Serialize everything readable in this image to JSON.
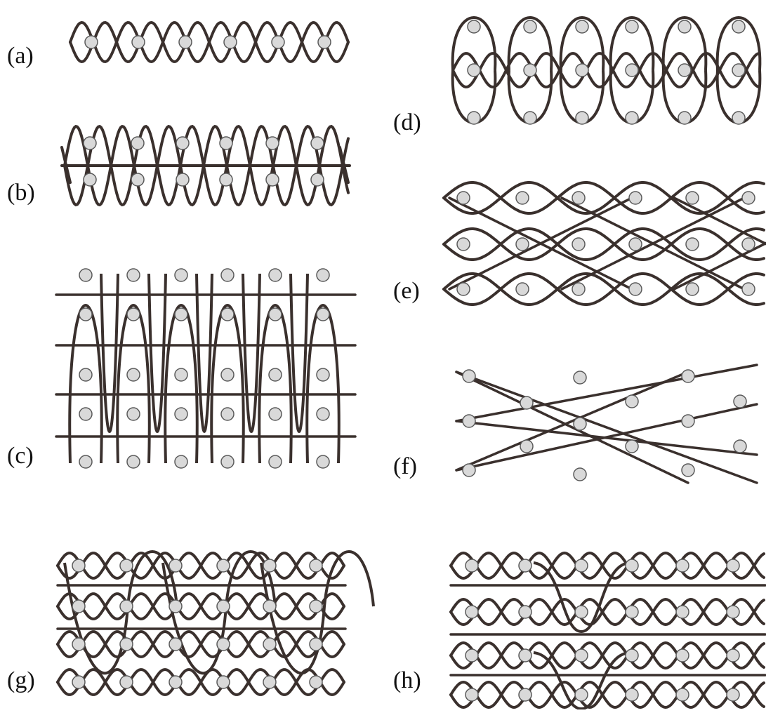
{
  "colors": {
    "background": "#ffffff",
    "yarn": "#3a302d",
    "fiber_fill": "#d9d9d9",
    "fiber_stroke": "#5a5a5a",
    "label": "#111111"
  },
  "panels": [
    {
      "id": "a",
      "label": "(a)",
      "structure": "single-row-twist"
    },
    {
      "id": "b",
      "label": "(b)",
      "structure": "two-row-around-straight-axial"
    },
    {
      "id": "c",
      "label": "(c)",
      "structure": "tall-loops-over-straight-axials"
    },
    {
      "id": "d",
      "label": "(d)",
      "structure": "three-row-loops"
    },
    {
      "id": "e",
      "label": "(e)",
      "structure": "three-row-diagonal-net"
    },
    {
      "id": "f",
      "label": "(f)",
      "structure": "large-diagonal-net"
    },
    {
      "id": "g",
      "label": "(g)",
      "structure": "multi-row-twists-with-interlacing-loops"
    },
    {
      "id": "h",
      "label": "(h)",
      "structure": "twist-rows-with-two-deep-loops"
    }
  ]
}
